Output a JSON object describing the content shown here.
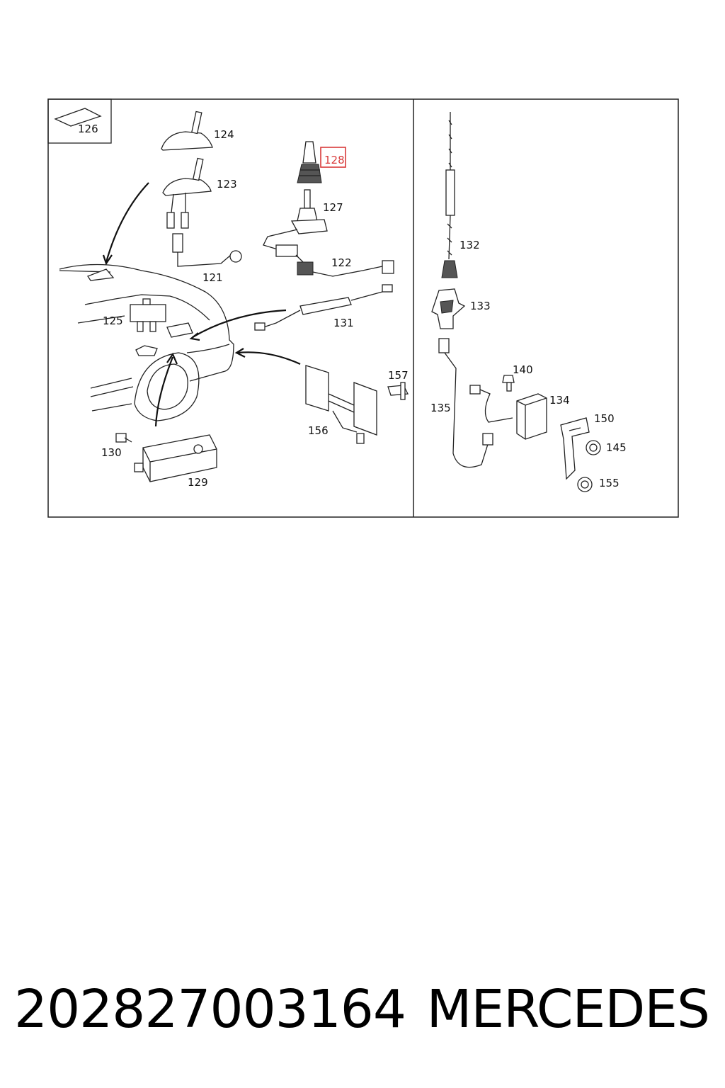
{
  "parts": {
    "p126": "126",
    "p124": "124",
    "p128": "128",
    "p123": "123",
    "p127": "127",
    "p121": "121",
    "p122": "122",
    "p125": "125",
    "p131": "131",
    "p157": "157",
    "p156": "156",
    "p130": "130",
    "p129": "129",
    "p132": "132",
    "p133": "133",
    "p140": "140",
    "p134": "134",
    "p135": "135",
    "p150": "150",
    "p145": "145",
    "p155": "155"
  },
  "highlighted_part": "128",
  "highlight_color": "#d83a3a",
  "caption": {
    "part_number": "202827003164",
    "brand": "MERCEDES"
  }
}
